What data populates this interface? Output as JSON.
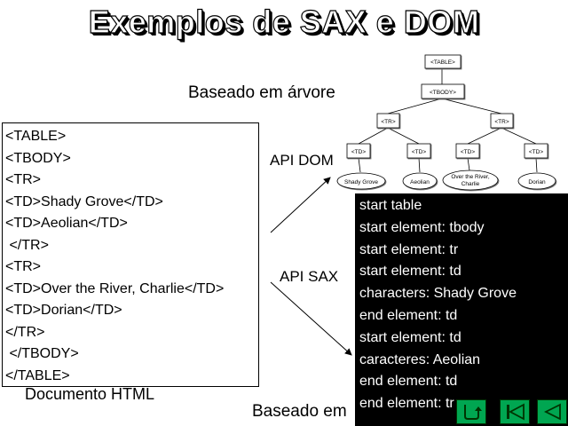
{
  "title": "Exemplos de SAX e DOM",
  "labels": {
    "tree_based": "Baseado em árvore",
    "api_dom": "API DOM",
    "api_sax": "API SAX",
    "event_based": "Baseado em",
    "html_document": "Documento HTML"
  },
  "html_code": [
    "<TABLE>",
    "<TBODY>",
    "<TR>",
    "<TD>Shady Grove</TD>",
    "<TD>Aeolian</TD>",
    " </TR>",
    "<TR>",
    "<TD>Over the River, Charlie</TD>",
    "<TD>Dorian</TD>",
    "</TR>",
    " </TBODY>",
    "</TABLE>"
  ],
  "tree": {
    "root": "<TABLE>",
    "tbody": "<TBODY>",
    "tr_left": "<TR>",
    "tr_right": "<TR>",
    "td_1": "<TD>",
    "td_2": "<TD>",
    "td_3": "<TD>",
    "td_4": "<TD>",
    "leaf_1": "Shady Grove",
    "leaf_2": "Aeolian",
    "leaf_3a": "Over the River,",
    "leaf_3b": "Charlie",
    "leaf_4": "Dorian"
  },
  "sax_events": [
    "start table",
    "start element: tbody",
    "start element: tr",
    "start element: td",
    "characters: Shady Grove",
    "end element: td",
    "start element: td",
    "caracteres: Aeolian",
    "end element: td",
    "end element: tr"
  ],
  "nav": {
    "return_icon": "return-arrow-icon",
    "first_icon": "first-slide-icon",
    "prev_icon": "previous-slide-icon",
    "color": "#00a651"
  }
}
